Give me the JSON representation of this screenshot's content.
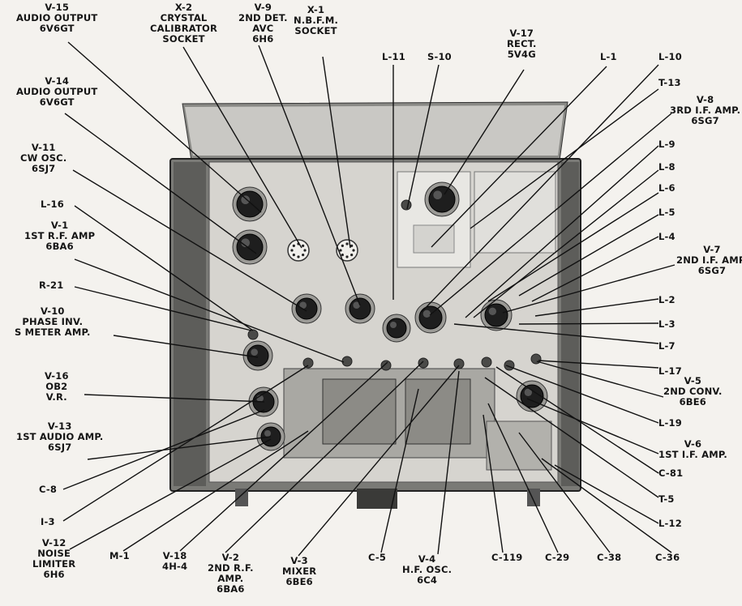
{
  "labels": {
    "v15": [
      "V-15",
      "AUDIO OUTPUT",
      "6V6GT"
    ],
    "x2": [
      "X-2",
      "CRYSTAL",
      "CALIBRATOR",
      "SOCKET"
    ],
    "v9": [
      "V-9",
      "2ND DET.",
      "AVC",
      "6H6"
    ],
    "x1": [
      "X-1",
      "N.B.F.M.",
      "SOCKET"
    ],
    "l11": [
      "L-11"
    ],
    "s10": [
      "S-10"
    ],
    "v17": [
      "V-17",
      "RECT.",
      "5V4G"
    ],
    "l1": [
      "L-1"
    ],
    "l10": [
      "L-10"
    ],
    "v14": [
      "V-14",
      "AUDIO OUTPUT",
      "6V6GT"
    ],
    "t13": [
      "T-13"
    ],
    "v8": [
      "V-8",
      "3RD I.F. AMP.",
      "6SG7"
    ],
    "v11": [
      "V-11",
      "CW OSC.",
      "6SJ7"
    ],
    "l9": [
      "L-9"
    ],
    "l8": [
      "L-8"
    ],
    "l6": [
      "L-6"
    ],
    "l16": [
      "L-16"
    ],
    "l5": [
      "L-5"
    ],
    "v1": [
      "V-1",
      "1ST R.F. AMP",
      "6BA6"
    ],
    "l4": [
      "L-4"
    ],
    "v7": [
      "V-7",
      "2ND I.F. AMP.",
      "6SG7"
    ],
    "r21": [
      "R-21"
    ],
    "l2": [
      "L-2"
    ],
    "l3": [
      "L-3"
    ],
    "v10": [
      "V-10",
      "PHASE INV.",
      "S METER AMP."
    ],
    "l7": [
      "L-7"
    ],
    "l17": [
      "L-17"
    ],
    "v16": [
      "V-16",
      "OB2",
      "V.R."
    ],
    "v5": [
      "V-5",
      "2ND CONV.",
      "6BE6"
    ],
    "l19": [
      "L-19"
    ],
    "v13": [
      "V-13",
      "1ST AUDIO AMP.",
      "6SJ7"
    ],
    "v6": [
      "V-6",
      "1ST I.F. AMP."
    ],
    "c81": [
      "C-81"
    ],
    "c8": [
      "C-8"
    ],
    "t5": [
      "T-5"
    ],
    "i3": [
      "I-3"
    ],
    "l12": [
      "L-12"
    ],
    "v12": [
      "V-12",
      "NOISE",
      "LIMITER",
      "6H6"
    ],
    "m1": [
      "M-1"
    ],
    "v18": [
      "V-18",
      "4H-4"
    ],
    "v2": [
      "V-2",
      "2ND R.F.",
      "AMP.",
      "6BA6"
    ],
    "v3": [
      "V-3",
      "MIXER",
      "6BE6"
    ],
    "c5": [
      "C-5"
    ],
    "v4": [
      "V-4",
      "H.F. OSC.",
      "6C4"
    ],
    "c119": [
      "C-119"
    ],
    "c29": [
      "C-29"
    ],
    "c38": [
      "C-38"
    ],
    "c36": [
      "C-36"
    ]
  },
  "colors": {
    "chassis": "#7a7a76",
    "deck": "#d6d4cf",
    "leader": "#111111"
  }
}
